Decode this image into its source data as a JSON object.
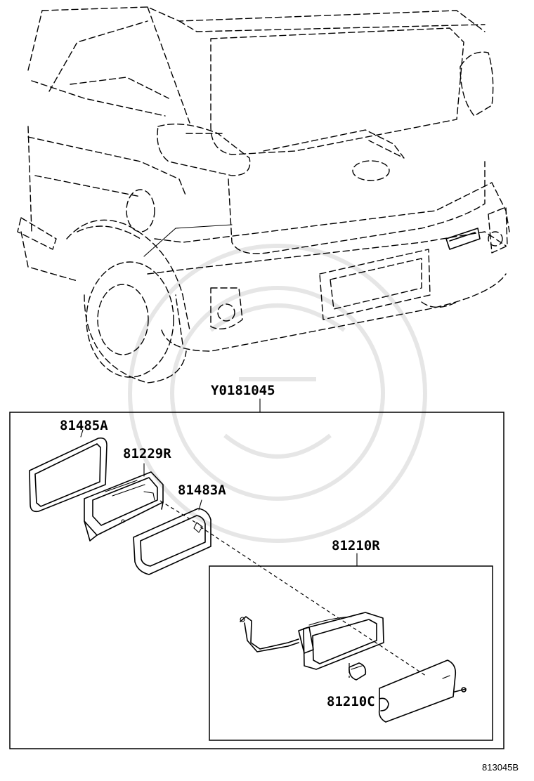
{
  "diagram": {
    "assembly_label": "Y0181045",
    "parts": [
      {
        "label": "81485A"
      },
      {
        "label": "81229R"
      },
      {
        "label": "81483A"
      },
      {
        "label": "81210R"
      },
      {
        "label": "81210C"
      }
    ],
    "figure_code": "813045B"
  },
  "colors": {
    "line": "#000000",
    "background": "#ffffff",
    "watermark": "#e6e6e6"
  }
}
